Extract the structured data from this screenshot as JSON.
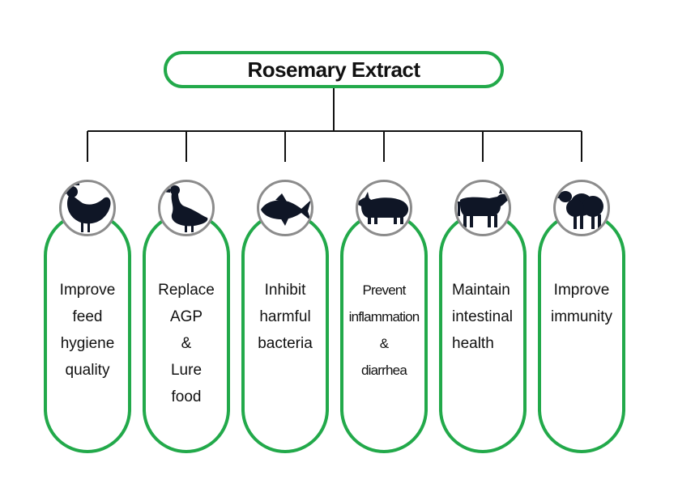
{
  "title": "Rosemary Extract",
  "colors": {
    "accent": "#22a94a",
    "ring": "#8c8c8c",
    "silhouette": "#0f1626"
  },
  "items": [
    {
      "icon": "chicken-icon",
      "lines": [
        "Improve",
        "feed",
        "hygiene",
        "quality"
      ]
    },
    {
      "icon": "duck-icon",
      "lines": [
        "Replace",
        "AGP",
        "&",
        "Lure",
        "food"
      ]
    },
    {
      "icon": "fish-icon",
      "lines": [
        "Inhibit",
        "harmful",
        "bacteria"
      ]
    },
    {
      "icon": "pig-icon",
      "lines": [
        "Prevent",
        "inflammation",
        "&",
        "diarrhea"
      ]
    },
    {
      "icon": "cow-icon",
      "lines": [
        "Maintain",
        "intestinal",
        "health"
      ]
    },
    {
      "icon": "sheep-icon",
      "lines": [
        "Improve",
        "immunity"
      ]
    }
  ]
}
